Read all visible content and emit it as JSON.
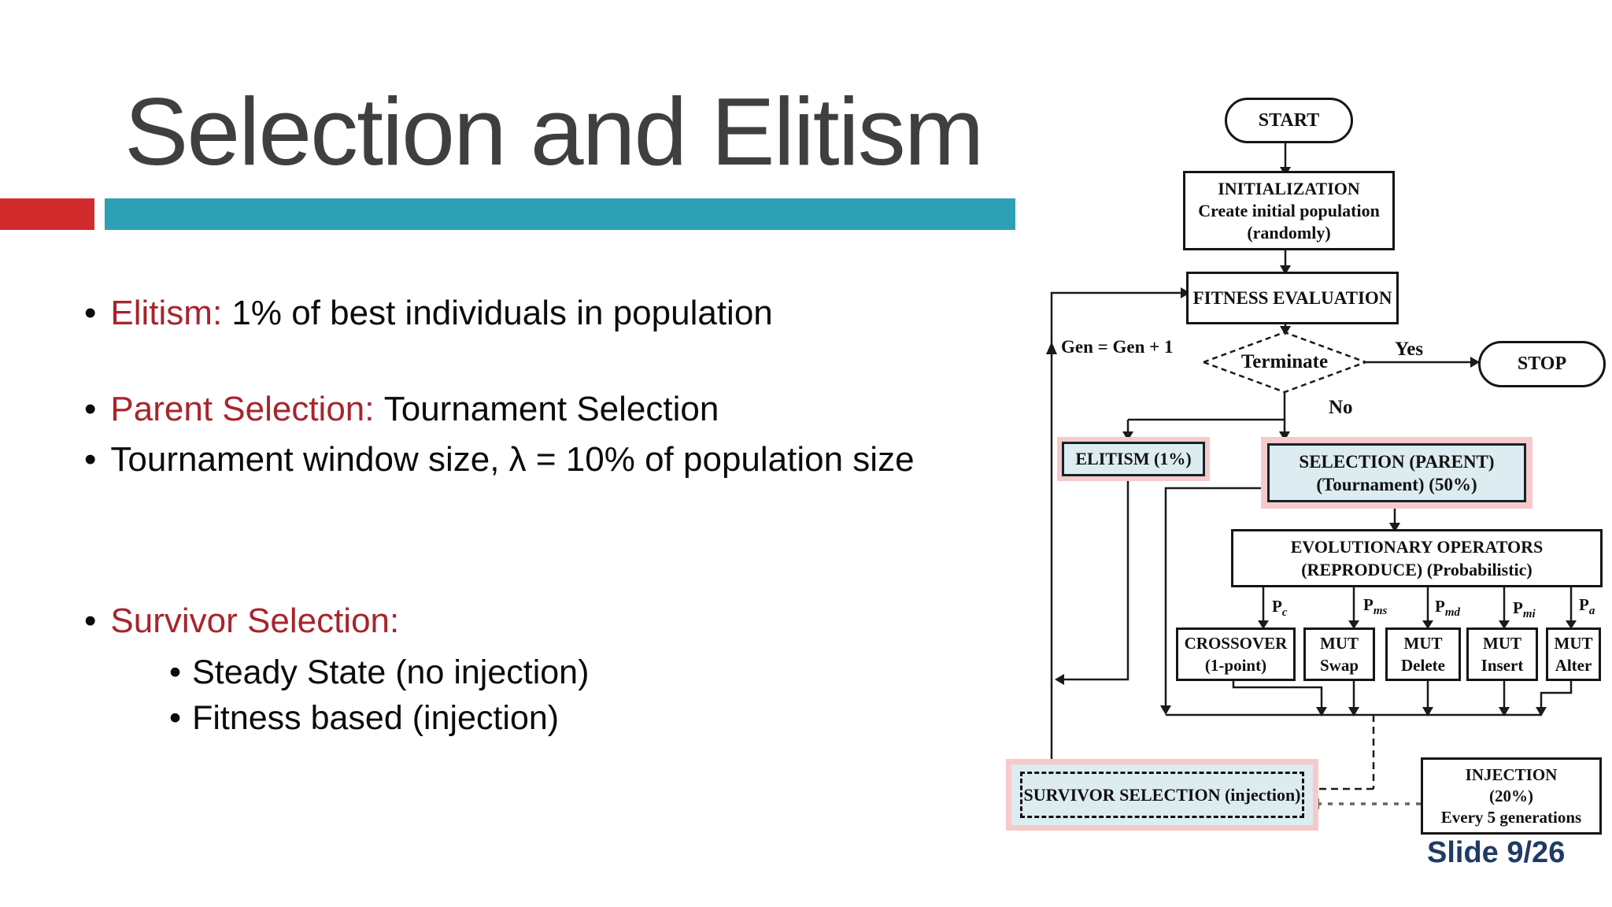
{
  "slide": {
    "title": "Selection and Elitism",
    "slide_number": "Slide 9/26",
    "colors": {
      "accent_red": "#d22b2e",
      "accent_teal": "#2da0b6",
      "bullet_red": "#a8242c",
      "highlight_pink": "#f6caca",
      "node_fill_blue": "#dcecf1",
      "slide_number_navy": "#1f3b66"
    }
  },
  "bullets": {
    "bullet_char": "•",
    "b1_label": "Elitism:",
    "b1_text": "1% of best individuals in population",
    "b2_label": "Parent Selection:",
    "b2_text": "Tournament Selection",
    "b3_text": "Tournament window size, λ = 10% of population size",
    "b4_label": "Survivor Selection:",
    "sub1": "Steady State (no injection)",
    "sub2": "Fitness based (injection)"
  },
  "flowchart": {
    "start": "START",
    "init": {
      "lines": [
        "INITIALIZATION",
        "Create initial population",
        "(randomly)"
      ]
    },
    "fitness": "FITNESS EVALUATION",
    "terminate": "Terminate",
    "yes_label": "Yes",
    "no_label": "No",
    "stop": "STOP",
    "gen_label": "Gen = Gen + 1",
    "elitism": "ELITISM (1%)",
    "selection": {
      "lines": [
        "SELECTION (PARENT)",
        "(Tournament) (50%)"
      ]
    },
    "evolutionary": {
      "lines": [
        "EVOLUTIONARY OPERATORS",
        "(REPRODUCE) (Probabilistic)"
      ]
    },
    "p_labels": [
      {
        "base": "P",
        "sub": "c"
      },
      {
        "base": "P",
        "sub": "ms"
      },
      {
        "base": "P",
        "sub": "md"
      },
      {
        "base": "P",
        "sub": "mi"
      },
      {
        "base": "P",
        "sub": "a"
      }
    ],
    "operators": [
      {
        "lines": [
          "CROSSOVER",
          "(1-point)"
        ]
      },
      {
        "lines": [
          "MUT",
          "Swap"
        ]
      },
      {
        "lines": [
          "MUT",
          "Delete"
        ]
      },
      {
        "lines": [
          "MUT",
          "Insert"
        ]
      },
      {
        "lines": [
          "MUT",
          "Alter"
        ]
      }
    ],
    "survivor": "SURVIVOR SELECTION (injection)",
    "injection": {
      "lines": [
        "INJECTION",
        "(20%)",
        "Every 5 generations"
      ]
    }
  }
}
